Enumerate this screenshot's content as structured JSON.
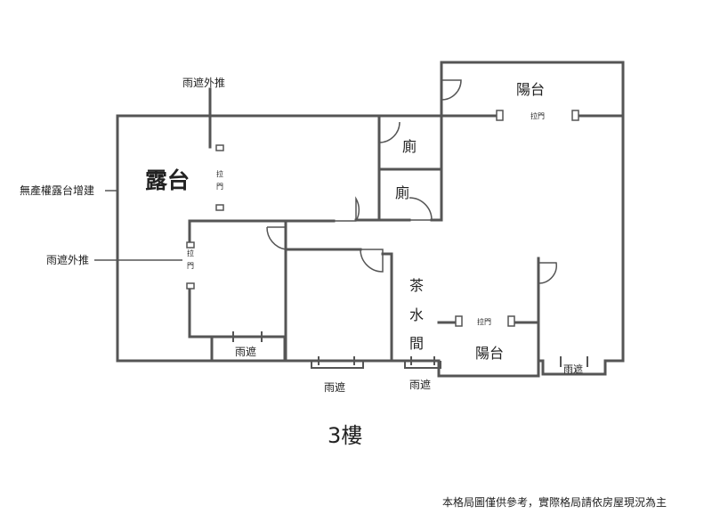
{
  "labels": {
    "terrace": "露台",
    "rain_cover_push_top": "雨遮外推",
    "unauthorized_terrace_ext": "無產權露台增建",
    "rain_cover_push_left": "雨遮外推",
    "sliding_door_terrace": "拉門",
    "sliding_door_left": "拉門",
    "balcony_top": "陽台",
    "sliding_door_top": "拉門",
    "toilet_1": "廁",
    "toilet_2": "廁",
    "pantry": "茶水間",
    "sliding_door_pantry": "拉門",
    "balcony_bottom": "陽台",
    "rain_cover_1": "雨遮",
    "rain_cover_2": "雨遮",
    "rain_cover_3": "雨遮",
    "rain_cover_4": "雨遮",
    "floor_title": "3樓",
    "disclaimer": "本格局圖僅供參考，實際格局請依房屋現況為主"
  }
}
